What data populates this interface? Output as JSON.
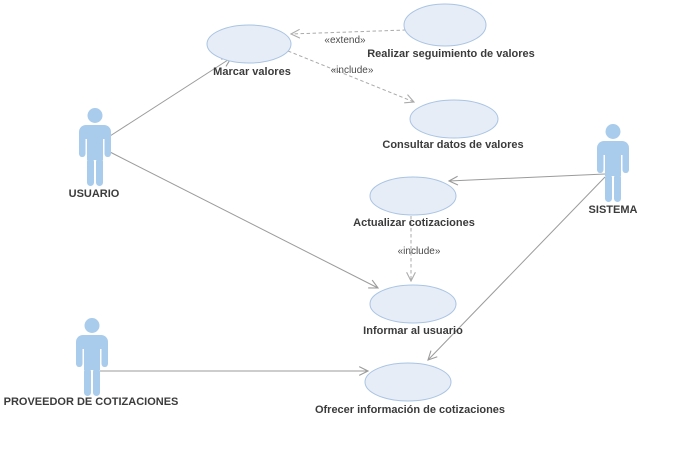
{
  "diagram": {
    "type": "uml-use-case-diagram",
    "colors": {
      "background": "#ffffff",
      "actor_fill": "#a9ccec",
      "usecase_fill": "#e7edf6",
      "usecase_stroke": "#a9c4e4",
      "line": "#9b9b9b",
      "dashed_line": "#ababab",
      "label_text": "#3b3b3b"
    },
    "actors": [
      {
        "label": "USUARIO"
      },
      {
        "label": "SISTEMA"
      },
      {
        "label": "PROVEEDOR DE COTIZACIONES"
      }
    ],
    "use_cases": [
      {
        "label": "Marcar valores"
      },
      {
        "label": "Realizar seguimiento de valores"
      },
      {
        "label": "Consultar datos de valores"
      },
      {
        "label": "Actualizar cotizaciones"
      },
      {
        "label": "Informar al usuario"
      },
      {
        "label": "Ofrecer información de cotizaciones"
      }
    ],
    "relationships": [
      {
        "from": "Realizar seguimiento de valores",
        "to": "Marcar valores",
        "stereotype": "«extend»",
        "style": "dashed"
      },
      {
        "from": "Marcar valores",
        "to": "Consultar datos de valores",
        "stereotype": "«include»",
        "style": "dashed"
      },
      {
        "from": "Actualizar cotizaciones",
        "to": "Informar al usuario",
        "stereotype": "«include»",
        "style": "dashed"
      },
      {
        "from": "USUARIO",
        "to": "Marcar valores",
        "style": "solid"
      },
      {
        "from": "USUARIO",
        "to": "Informar al usuario",
        "style": "solid"
      },
      {
        "from": "SISTEMA",
        "to": "Actualizar cotizaciones",
        "style": "solid"
      },
      {
        "from": "SISTEMA",
        "to": "Ofrecer información de cotizaciones",
        "style": "solid"
      },
      {
        "from": "PROVEEDOR DE COTIZACIONES",
        "to": "Ofrecer información de cotizaciones",
        "style": "solid"
      }
    ]
  }
}
